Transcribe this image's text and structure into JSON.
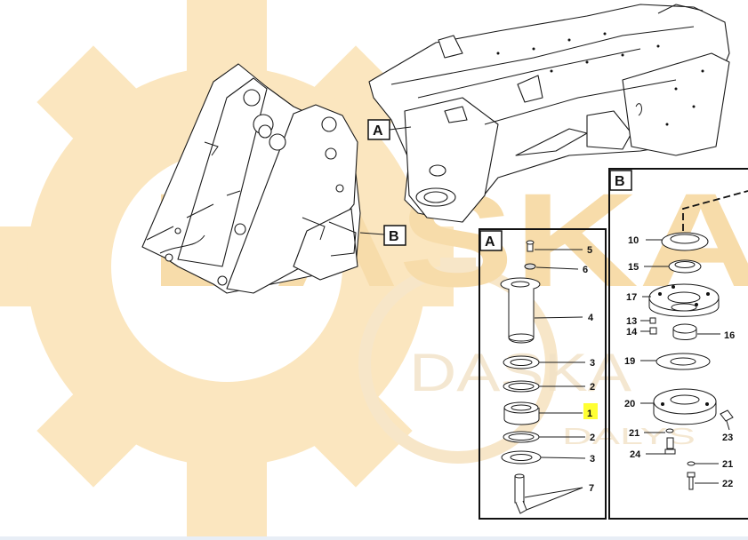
{
  "callouts": {
    "frame_a": "A",
    "frame_b": "B",
    "panel_a": "A",
    "panel_b": "B"
  },
  "panel_a_labels": {
    "p5": "5",
    "p6": "6",
    "p4": "4",
    "p3a": "3",
    "p2a": "2",
    "p1": "1",
    "p2b": "2",
    "p3b": "3",
    "p7": "7"
  },
  "panel_b_labels": {
    "p10": "10",
    "p15": "15",
    "p17": "17",
    "p13": "13",
    "p14": "14",
    "p16": "16",
    "p19": "19",
    "p20": "20",
    "p21a": "21",
    "p23": "23",
    "p24": "24",
    "p21b": "21",
    "p22": "22"
  },
  "watermark": {
    "brand_large": "DASKA",
    "brand_small": "DASKA",
    "tagline": "DALYS"
  },
  "colors": {
    "watermark": "#fbe6bf",
    "highlight": "#ffff33",
    "line": "#1a1a1a"
  }
}
